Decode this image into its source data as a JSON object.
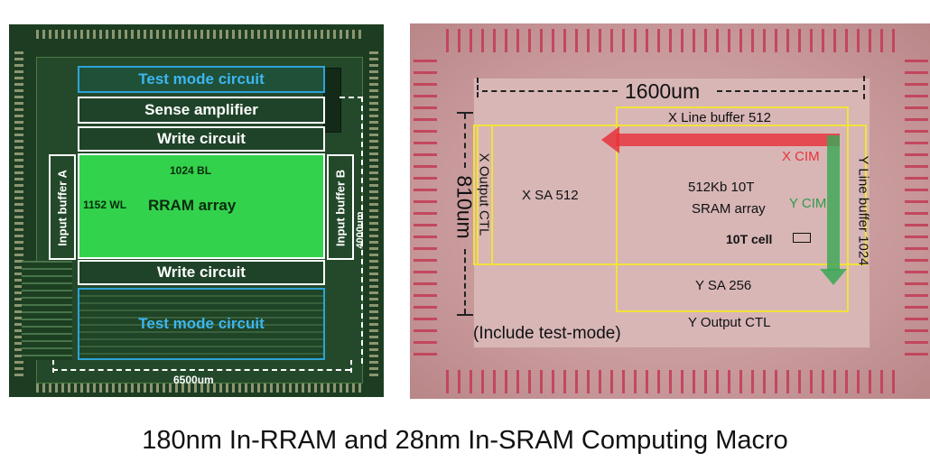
{
  "caption": "180nm In-RRAM and 28nm In-SRAM Computing Macro",
  "rram": {
    "test_mode_top": "Test mode circuit",
    "sense_amplifier": "Sense amplifier",
    "write_circuit_top": "Write circuit",
    "bl_count": "1024 BL",
    "wl_count": "1152 WL",
    "array": "RRAM array",
    "input_buffer_a": "Input buffer A",
    "input_buffer_b": "Input buffer B",
    "write_circuit_bottom": "Write circuit",
    "test_mode_bottom": "Test mode circuit",
    "height_dim": "4000um",
    "width_dim": "6500um"
  },
  "sram": {
    "width_dim": "1600um",
    "height_dim": "810um",
    "x_line_buffer": "X Line buffer 512",
    "y_line_buffer": "Y Line buffer 1024",
    "x_output_ctl": "X Output CTL",
    "x_sa": "X SA 512",
    "array_line1": "512Kb 10T",
    "array_line2": "SRAM array",
    "x_cim": "X CIM",
    "y_cim": "Y CIM",
    "cell": "10T cell",
    "y_sa": "Y SA 256",
    "y_output_ctl": "Y Output CTL",
    "include_note": "(Include test-mode)"
  },
  "colors": {
    "test_mode_text": "#3db6f0",
    "rram_array": "#33d24c",
    "yellow_outline": "#f2e23a",
    "x_cim": "#e8323c",
    "y_cim": "#3aa856"
  }
}
